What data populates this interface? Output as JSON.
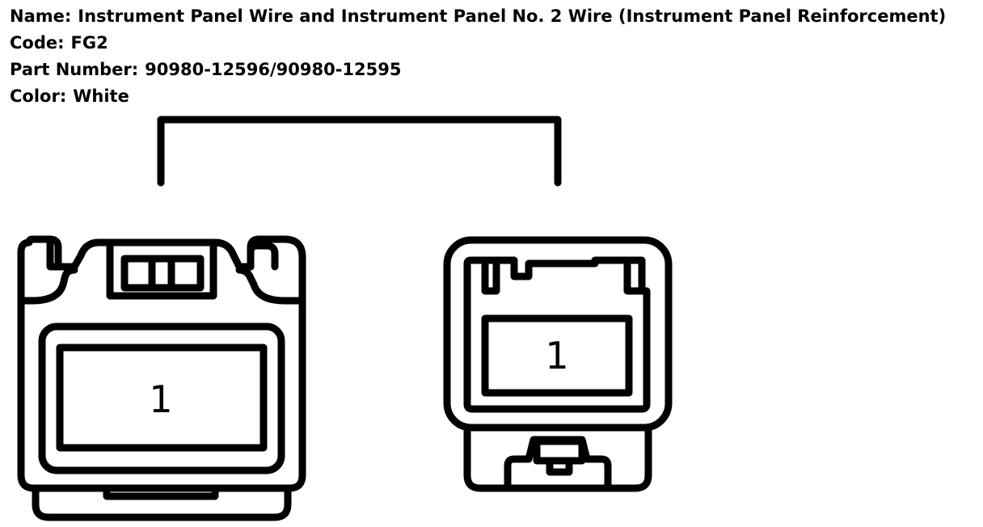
{
  "info": {
    "name_label": "Name:",
    "name_value": "Instrument Panel Wire and Instrument Panel No. 2 Wire (Instrument Panel Reinforcement)",
    "code_label": "Code:",
    "code_value": "FG2",
    "part_label": "Part Number:",
    "part_value": "90980-12596/90980-12595",
    "color_label": "Color:",
    "color_value": "White"
  },
  "connectors": {
    "left_pin": "1",
    "right_pin": "1"
  },
  "colors": {
    "line": "#000000",
    "background": "#ffffff"
  }
}
